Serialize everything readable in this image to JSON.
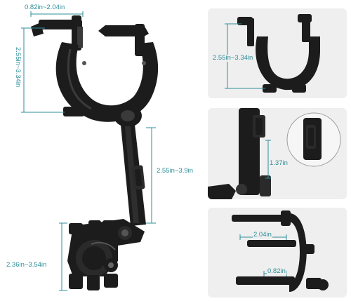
{
  "dimensions": {
    "clamp_width": "0.82in~2.04in",
    "grip_height": "2.55in~3.34in",
    "arm_length": "2.55in~3.9in",
    "cradle_height": "2.36in~3.54in",
    "panel_grip_height": "2.55in~3.34in",
    "panel_slider_length": "1.37in",
    "panel_max_width": "2.04in",
    "panel_min_width": "0.82in"
  },
  "colors": {
    "dimension_line": "#2f8f9a",
    "product": "#1c1c1c",
    "product_highlight": "#3a3a3a",
    "panel_background": "#efefef"
  }
}
